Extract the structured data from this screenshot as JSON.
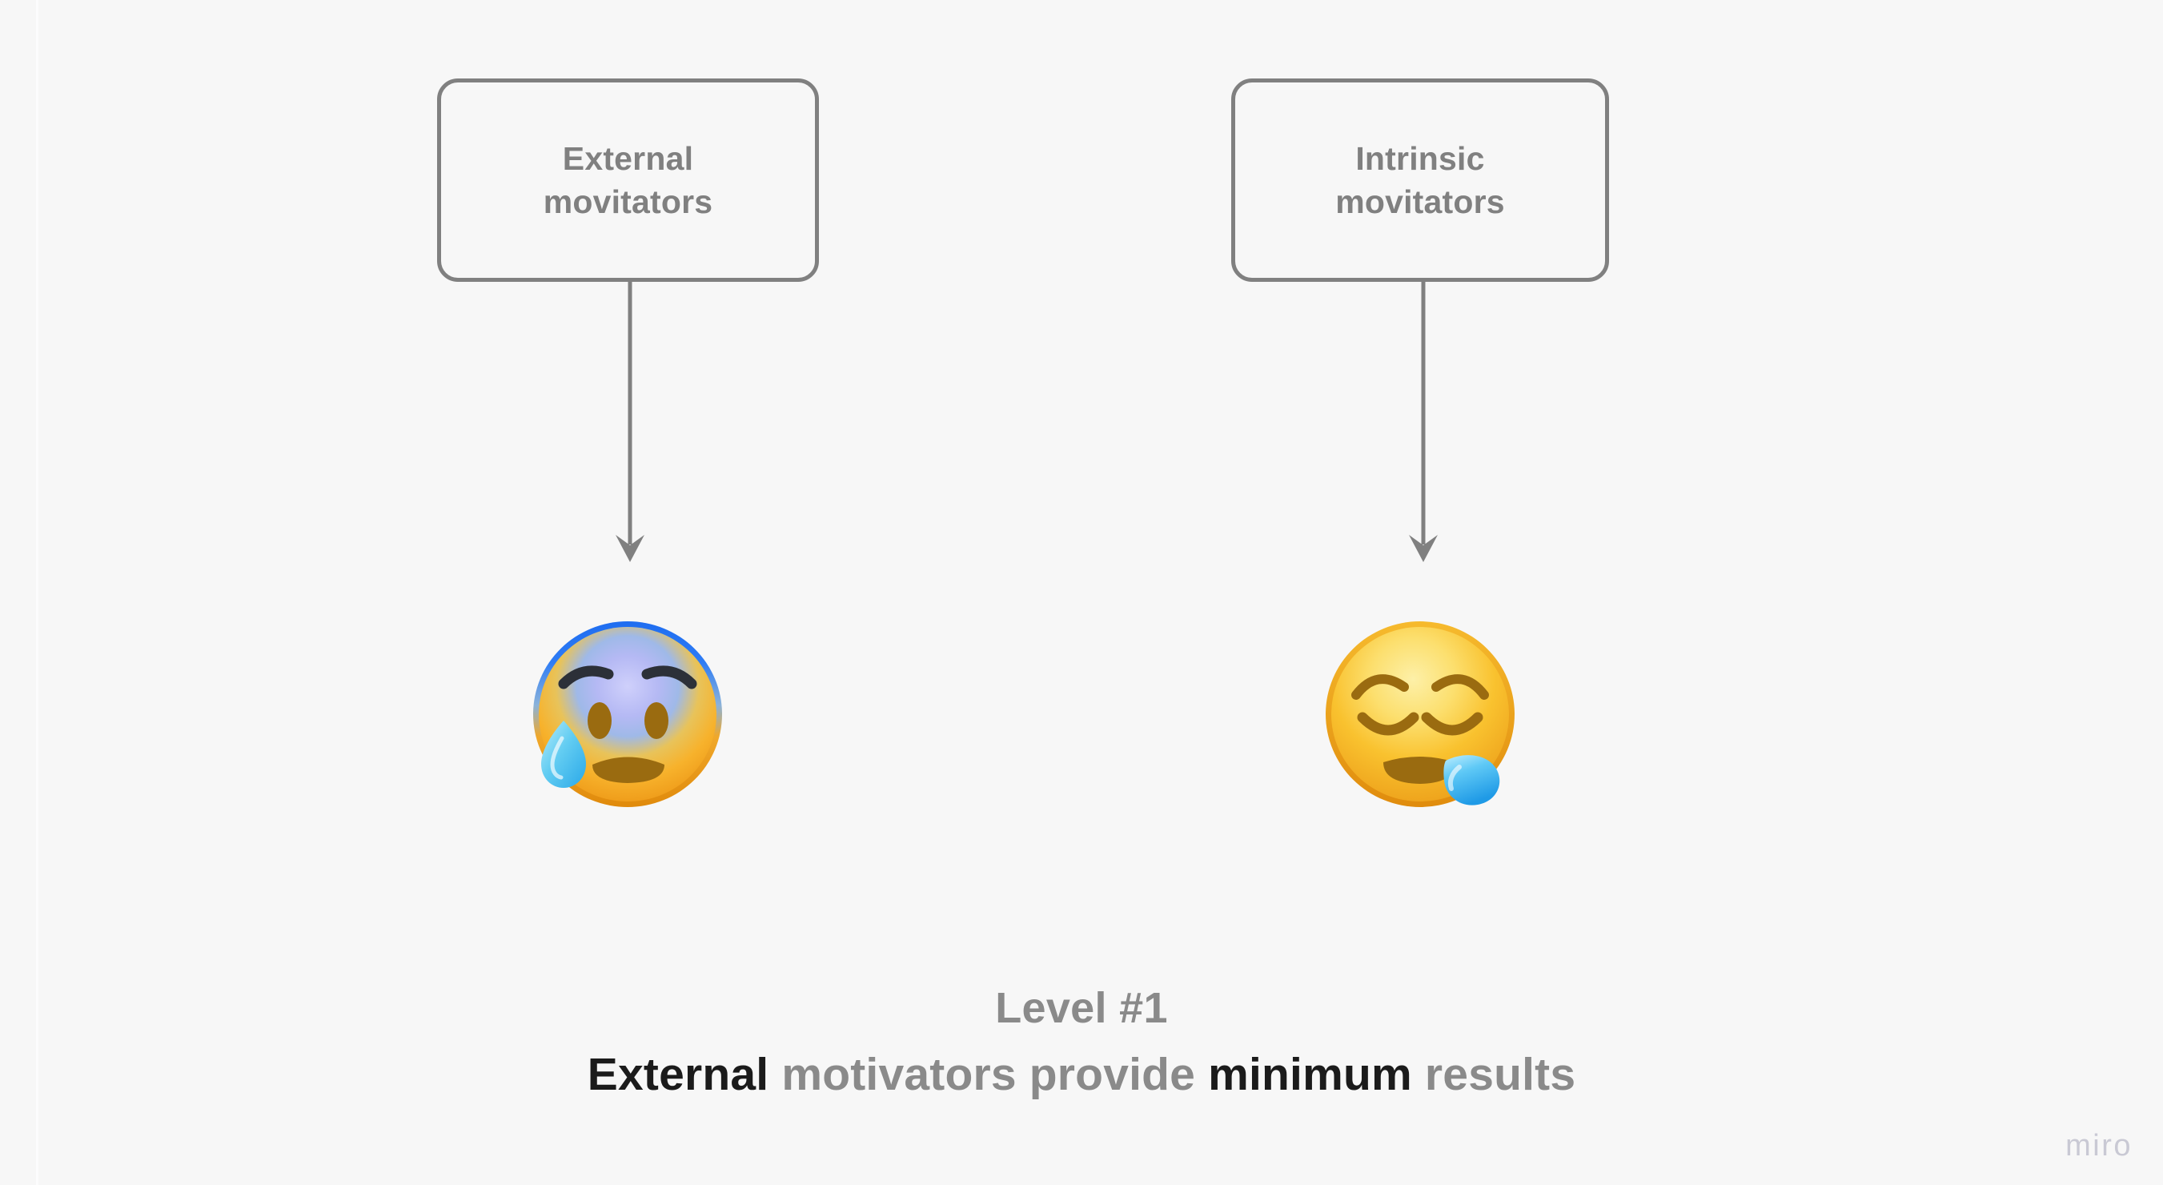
{
  "board": {
    "background_color": "#f7f7f7",
    "frame_edge_color": "#fcfcfd"
  },
  "nodes": [
    {
      "id": "external",
      "label": "External\nmovitators",
      "text_color": "#808080",
      "border_color": "#808080"
    },
    {
      "id": "intrinsic",
      "label": "Intrinsic\nmovitators",
      "text_color": "#808080",
      "border_color": "#808080"
    }
  ],
  "connectors": [
    {
      "id": "arrow-external",
      "from": "external",
      "to": "emoji-anxious",
      "color": "#808080",
      "direction": "down"
    },
    {
      "id": "arrow-intrinsic",
      "from": "intrinsic",
      "to": "emoji-sleepy",
      "color": "#808080",
      "direction": "down"
    }
  ],
  "emoji": [
    {
      "id": "anxious",
      "name": "anxious-face-with-sweat-emoji",
      "glyph": "😰",
      "face_top_color": "#3b7ff0",
      "face_mid_color": "#b8b4f0",
      "face_bottom_color": "#f5a623",
      "drop_color": "#6ecdf5"
    },
    {
      "id": "sleepy",
      "name": "sleepy-face-emoji",
      "glyph": "😪",
      "face_top_color": "#fbe07a",
      "face_bottom_color": "#f0a020",
      "drop_color": "#49c3f5"
    }
  ],
  "caption": {
    "level": "Level #1",
    "level_color": "#8a8a8a",
    "statement_parts": [
      {
        "text": "External",
        "emphasis": "dark"
      },
      {
        "text": " motivators provide ",
        "emphasis": "muted"
      },
      {
        "text": "minimum",
        "emphasis": "dark"
      },
      {
        "text": " results",
        "emphasis": "muted"
      }
    ],
    "statement_plain": "External motivators provide minimum results",
    "dark_color": "#1b1b1b",
    "muted_color": "#8a8a8a"
  },
  "watermark": {
    "label": "miro",
    "color": "#c9c9d4"
  }
}
